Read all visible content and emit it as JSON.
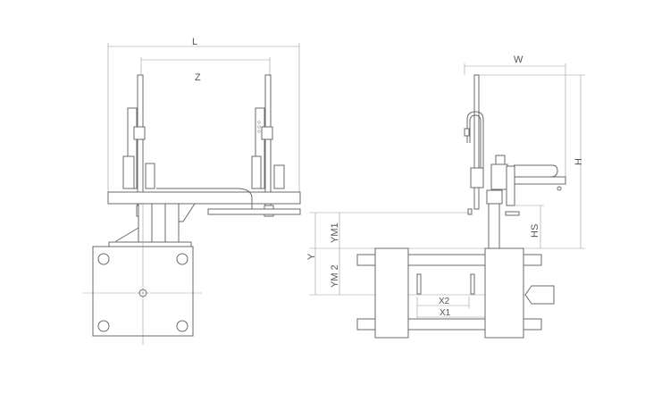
{
  "front_view": {
    "dimensions": {
      "length": "L",
      "stroke_z": "Z",
      "vertical_y": "Y"
    }
  },
  "side_view": {
    "dimensions": {
      "width": "W",
      "height": "H",
      "vertical_stroke": "HS",
      "ym1": "YM1",
      "ym2": "YM 2",
      "x2": "X2",
      "x1": "X1"
    }
  },
  "colors": {
    "line": "#6a6a6a",
    "dimension": "#9a9a9a"
  }
}
